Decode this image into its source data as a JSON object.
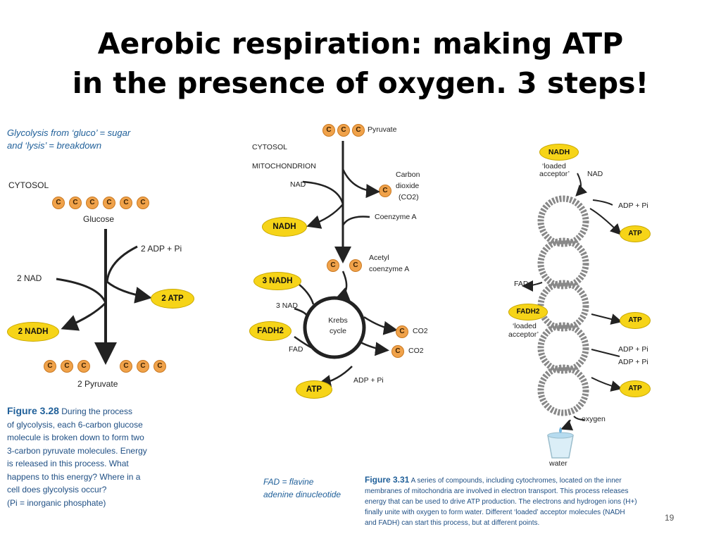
{
  "title": {
    "line1": "Aerobic respiration: making ATP",
    "line2": "in the presence of oxygen. 3 steps!"
  },
  "glycolysis": {
    "note_line1": "Glycolysis from ‘gluco’ = sugar",
    "note_line2": "and ‘lysis’ = breakdown",
    "cytosol": "CYTOSOL",
    "carbon": "C",
    "glucose": "Glucose",
    "adp": "2 ADP + Pi",
    "nad": "2 NAD",
    "atp": "2 ATP",
    "nadh": "2 NADH",
    "pyruvate": "2 Pyruvate",
    "caption_label": "Figure 3.28",
    "caption_lines": [
      "During the process",
      "of glycolysis, each 6-carbon glucose",
      "molecule is broken down to form two",
      "3-carbon pyruvate molecules. Energy",
      "is released in this process. What",
      "happens to this energy? Where in a",
      "cell does glycolysis occur?",
      "(Pi = inorganic phosphate)"
    ]
  },
  "krebs": {
    "pyruvate": "Pyruvate",
    "cytosol": "CYTOSOL",
    "mitochondrion": "MITOCHONDRION",
    "nad": "NAD",
    "co2_line1": "Carbon",
    "co2_line2": "dioxide",
    "co2_line3": "(CO2)",
    "nadh": "NADH",
    "coenzyme": "Coenzyme A",
    "acetyl_line1": "Acetyl",
    "acetyl_line2": "coenzyme A",
    "nadh3": "3 NADH",
    "nad3": "3 NAD",
    "fadh2": "FADH2",
    "fad": "FAD",
    "cycle_line1": "Krebs",
    "cycle_line2": "cycle",
    "co2a": "CO2",
    "co2b": "CO2",
    "atp": "ATP",
    "adp": "ADP + Pi",
    "fad_note_line1": "FAD =  flavine",
    "fad_note_line2": "adenine dinucleotide"
  },
  "transport": {
    "nadh": "NADH",
    "loaded1_line1": "‘loaded",
    "loaded1_line2": "acceptor’",
    "nad": "NAD",
    "adp1": "ADP + Pi",
    "atp1": "ATP",
    "fad": "FAD",
    "fadh2": "FADH2",
    "loaded2_line1": "‘loaded",
    "loaded2_line2": "acceptor’",
    "atp2": "ATP",
    "adp2": "ADP + Pi",
    "adp3": "ADP + Pi",
    "atp3": "ATP",
    "oxygen": "oxygen",
    "water": "water",
    "caption_label": "Figure 3.31",
    "caption_lines": [
      "A series of compounds, including cytochromes, located on the inner",
      "membranes of mitochondria are involved in electron transport. This process releases",
      "energy that can be used to drive ATP production. The electrons and hydrogen ions (H+)",
      "finally unite with oxygen to form water. Different ‘loaded’ acceptor molecules (NADH",
      "and FADH) can start this process, but at different points."
    ],
    "slide_number": "19"
  },
  "colors": {
    "yellow": "#f6d418",
    "carbon_orange": "#f0a24a",
    "caption_blue": "#1f5f99",
    "arrow": "#222222"
  }
}
